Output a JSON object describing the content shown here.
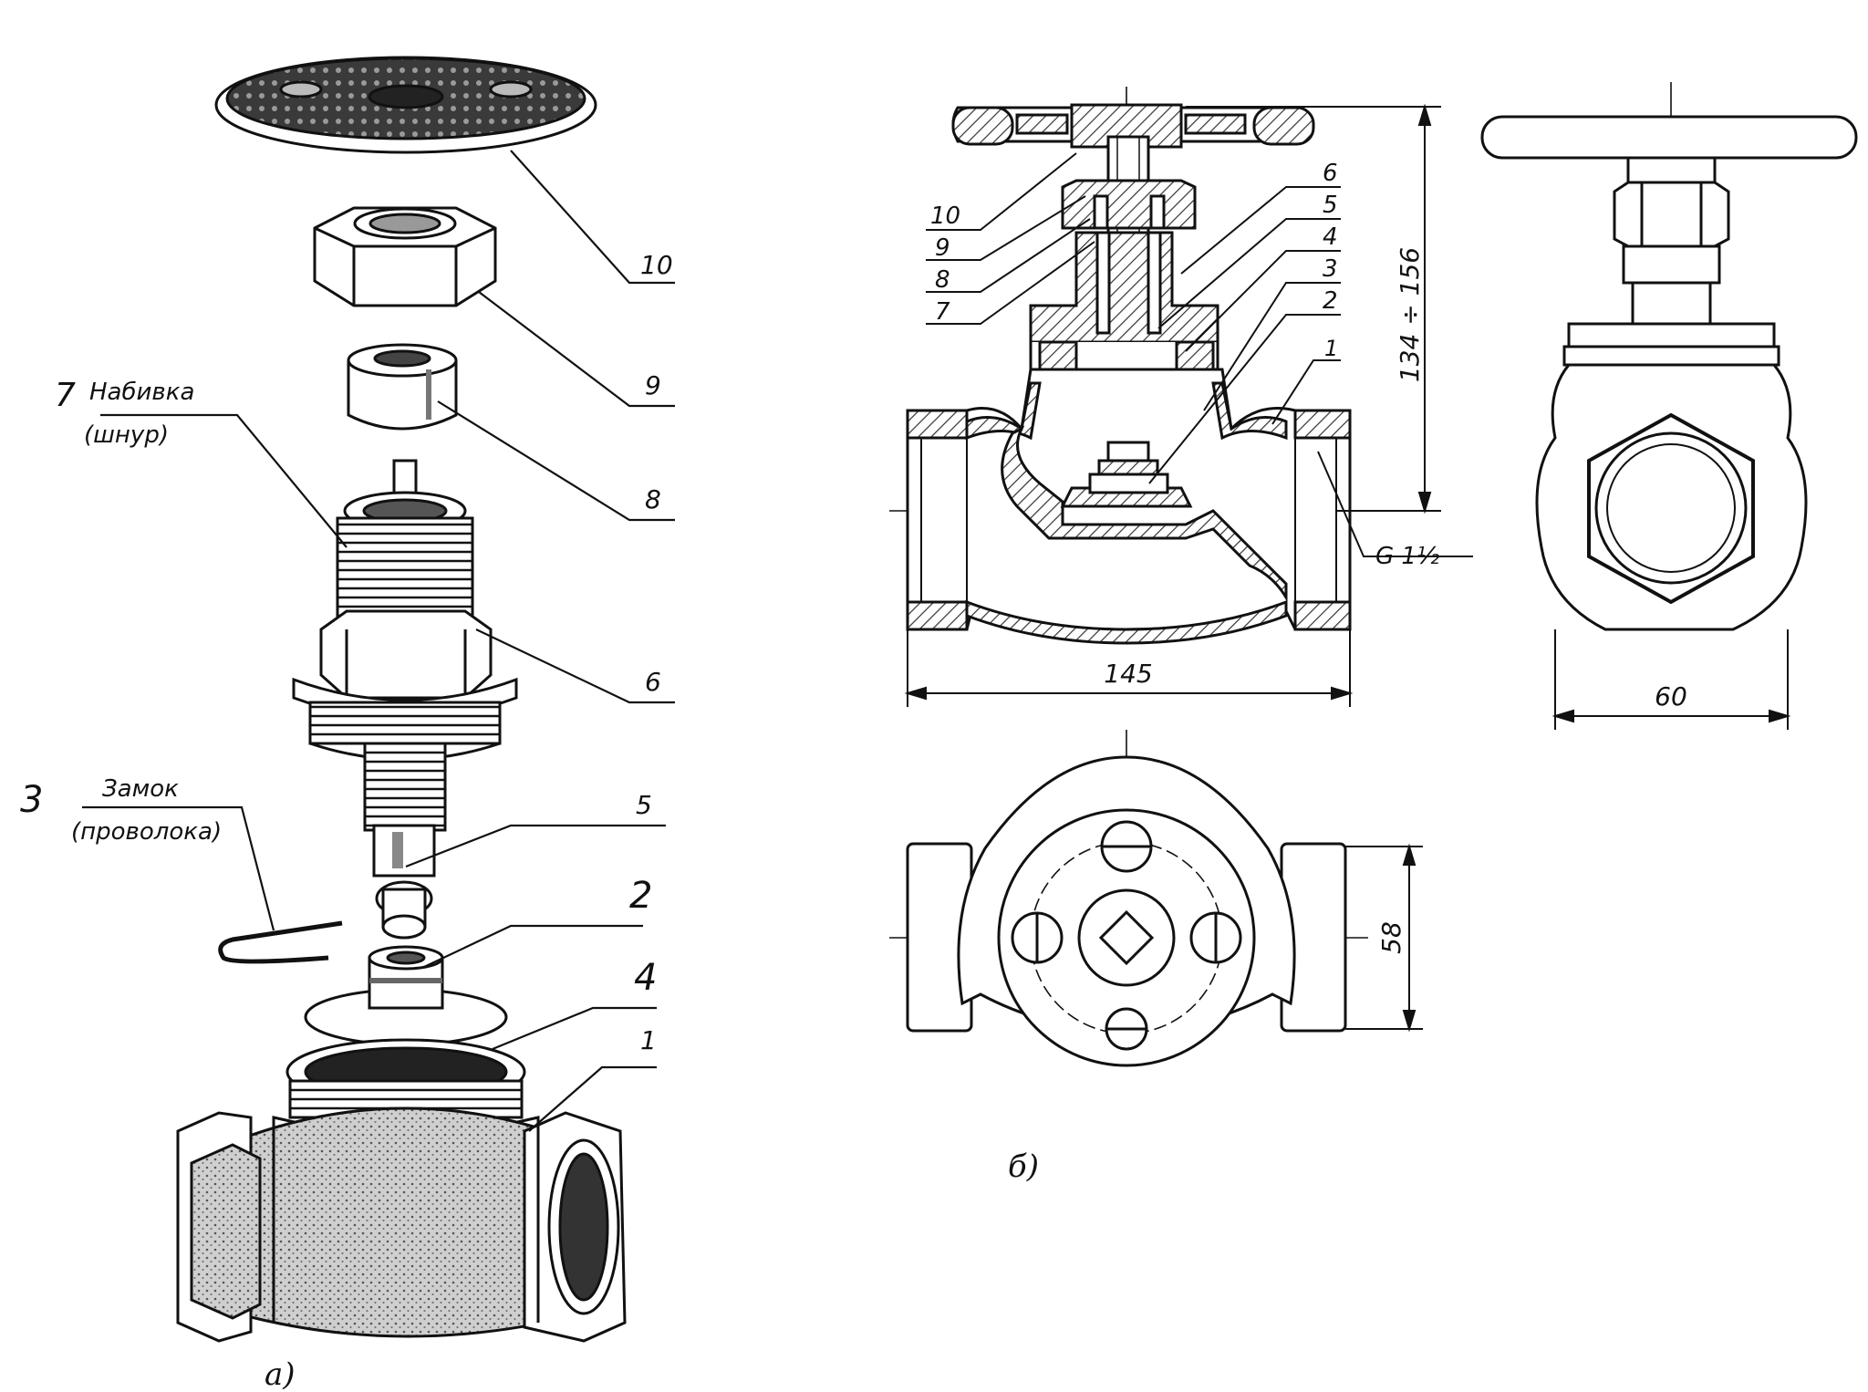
{
  "colors": {
    "ink": "#111111",
    "paper": "#ffffff",
    "hatch": "#333333",
    "shade": "#6b6b6b"
  },
  "view_a": {
    "caption": "а)",
    "callouts": {
      "c10": "10",
      "c9": "9",
      "c8": "8",
      "c7": "7",
      "c7_text": "Набивка",
      "c7_sub": "(шнур)",
      "c6": "6",
      "c5": "5",
      "c3": "3",
      "c3_text": "Замок",
      "c3_sub": "(проволока)",
      "c2": "2",
      "c4": "4",
      "c1": "1"
    }
  },
  "view_b": {
    "caption": "б)",
    "callouts": [
      "10",
      "9",
      "8",
      "7",
      "6",
      "5",
      "4",
      "3",
      "2",
      "1"
    ],
    "dims": {
      "height": "134 ÷ 156",
      "length": "145",
      "width": "60",
      "depth": "58",
      "thread": "G 1½"
    }
  }
}
